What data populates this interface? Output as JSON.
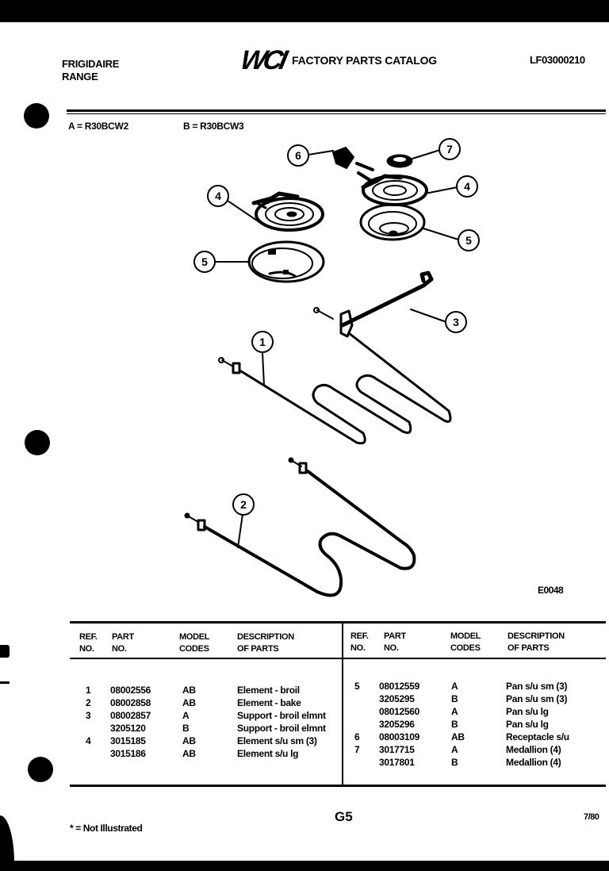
{
  "header": {
    "brand_line1": "FRIGIDAIRE",
    "brand_line2": "RANGE",
    "logo_text": "WCI",
    "catalog_title": "FACTORY PARTS CATALOG",
    "document_number": "LF03000210"
  },
  "models": {
    "a": "A = R30BCW2",
    "b": "B = R30BCW3"
  },
  "diagram": {
    "code": "E0048",
    "callouts": [
      "1",
      "2",
      "3",
      "4",
      "4",
      "5",
      "5",
      "6",
      "7"
    ]
  },
  "table": {
    "headers": {
      "ref_line1": "REF.",
      "ref_line2": "NO.",
      "part_line1": "PART",
      "part_line2": "NO.",
      "model_line1": "MODEL",
      "model_line2": "CODES",
      "desc_line1": "DESCRIPTION",
      "desc_line2": "OF PARTS"
    },
    "left_rows": [
      {
        "ref": "1",
        "part": "08002556",
        "codes": "AB",
        "desc": "Element - broil"
      },
      {
        "ref": "2",
        "part": "08002858",
        "codes": "AB",
        "desc": "Element - bake"
      },
      {
        "ref": "3",
        "part": "08002857",
        "codes": "A",
        "desc": "Support - broil elmnt"
      },
      {
        "ref": "",
        "part": "3205120",
        "codes": "B",
        "desc": "Support - broil elmnt"
      },
      {
        "ref": "4",
        "part": "3015185",
        "codes": "AB",
        "desc": "Element s/u sm (3)"
      },
      {
        "ref": "",
        "part": "3015186",
        "codes": "AB",
        "desc": "Element s/u lg"
      }
    ],
    "right_rows": [
      {
        "ref": "5",
        "part": "08012559",
        "codes": "A",
        "desc": "Pan s/u sm (3)"
      },
      {
        "ref": "",
        "part": "3205295",
        "codes": "B",
        "desc": "Pan s/u sm (3)"
      },
      {
        "ref": "",
        "part": "08012560",
        "codes": "A",
        "desc": "Pan s/u lg"
      },
      {
        "ref": "",
        "part": "3205296",
        "codes": "B",
        "desc": "Pan s/u lg"
      },
      {
        "ref": "6",
        "part": "08003109",
        "codes": "AB",
        "desc": "Receptacle s/u"
      },
      {
        "ref": "7",
        "part": "3017715",
        "codes": "A",
        "desc": "Medallion (4)"
      },
      {
        "ref": "",
        "part": "3017801",
        "codes": "B",
        "desc": "Medallion (4)"
      }
    ]
  },
  "footer": {
    "footnote": "* = Not Illustrated",
    "page": "G5",
    "date": "7/80"
  }
}
